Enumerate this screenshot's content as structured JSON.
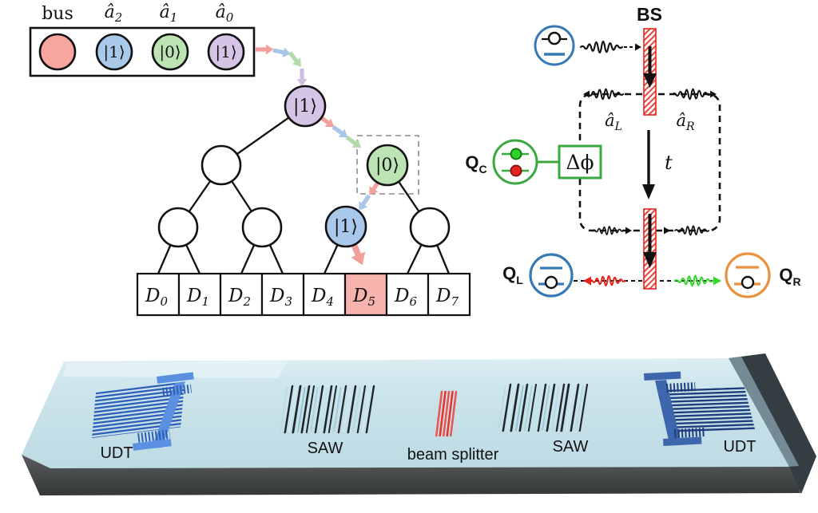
{
  "register": {
    "labels": [
      {
        "base": "bus",
        "sub": ""
      },
      {
        "base": "â",
        "sub": "2"
      },
      {
        "base": "â",
        "sub": "1"
      },
      {
        "base": "â",
        "sub": "0"
      }
    ],
    "cells": [
      {
        "state": ""
      },
      {
        "state": "|1⟩"
      },
      {
        "state": "|0⟩"
      },
      {
        "state": "|1⟩"
      }
    ]
  },
  "tree": {
    "root_state": "|1⟩",
    "right_node_state": "|0⟩",
    "blue_node_state": "|1⟩",
    "leaves": [
      {
        "base": "D",
        "sub": "0"
      },
      {
        "base": "D",
        "sub": "1"
      },
      {
        "base": "D",
        "sub": "2"
      },
      {
        "base": "D",
        "sub": "3"
      },
      {
        "base": "D",
        "sub": "4"
      },
      {
        "base": "D",
        "sub": "5"
      },
      {
        "base": "D",
        "sub": "6"
      },
      {
        "base": "D",
        "sub": "7"
      }
    ],
    "highlighted_leaf": "D5"
  },
  "interferometer": {
    "bs_label": "BS",
    "mode_left": {
      "base": "â",
      "sub": "L"
    },
    "mode_right": {
      "base": "â",
      "sub": "R"
    },
    "phase_label": "Δϕ",
    "time_label": "t",
    "qubit_control": {
      "base": "Q",
      "sub": "C"
    },
    "qubit_left": {
      "base": "Q",
      "sub": "L"
    },
    "qubit_right": {
      "base": "Q",
      "sub": "R"
    }
  },
  "device": {
    "udt_left": "UDT",
    "saw_left": "SAW",
    "beam_splitter": "beam splitter",
    "saw_right": "SAW",
    "udt_right": "UDT"
  },
  "colors": {
    "bus_pink": "#f6a69e",
    "qubit_blue": "#a9c9ea",
    "qubit_green": "#bce3b4",
    "qubit_purple": "#d6c4e7",
    "arrow_pink": "#f2a09a",
    "arrow_blue": "#a7c6e8",
    "arrow_green": "#b2dcaa",
    "arrow_purple": "#cfc0e3",
    "highlight_pink": "#f7b3ae",
    "bs_red": "#e8231d",
    "qc_green": "#3aa93f",
    "ql_blue": "#3779b5",
    "qr_orange": "#e8913f",
    "wave_green": "#35d92e",
    "chip_top": "#c9e2ea",
    "chip_side": "#3c4347",
    "udt_blue": "#2e5fb8",
    "udt_navy": "#1d3d7c",
    "splitter_red": "#e85850"
  }
}
